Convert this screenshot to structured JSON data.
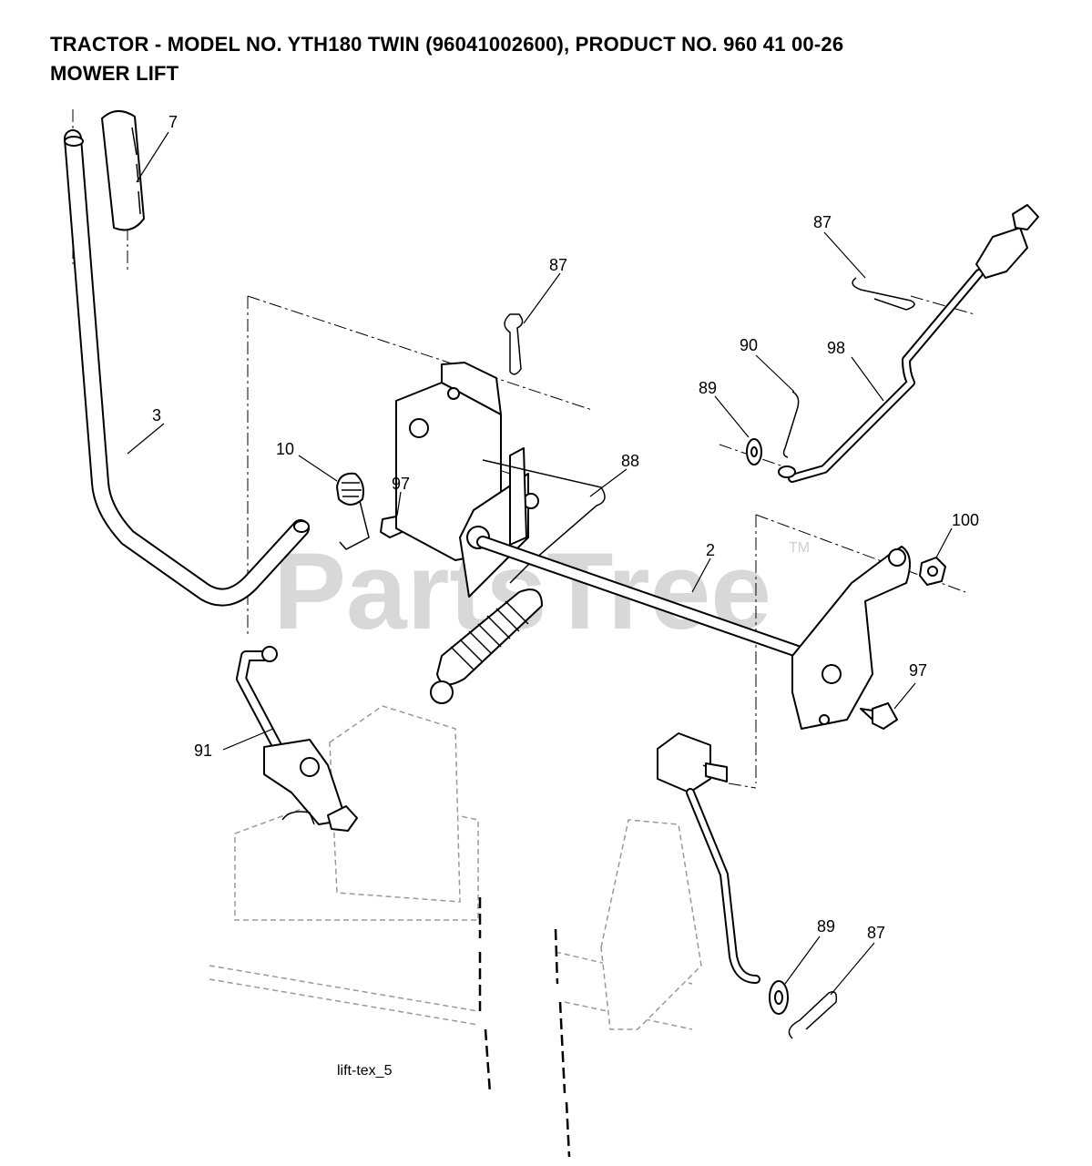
{
  "header": {
    "title": "TRACTOR - MODEL NO. YTH180 TWIN (96041002600), PRODUCT NO. 960 41 00-26",
    "subtitle": "MOWER LIFT"
  },
  "watermark": {
    "text": "PartsTree",
    "tm": "TM"
  },
  "figure_ref": "lift-tex_5",
  "callouts": {
    "c7": "7",
    "c87a": "87",
    "c87b": "87",
    "c90": "90",
    "c98": "98",
    "c89a": "89",
    "c3": "3",
    "c10": "10",
    "c97a": "97",
    "c88": "88",
    "c100": "100",
    "c2": "2",
    "c97b": "97",
    "c91": "91",
    "c89b": "89",
    "c87c": "87"
  }
}
